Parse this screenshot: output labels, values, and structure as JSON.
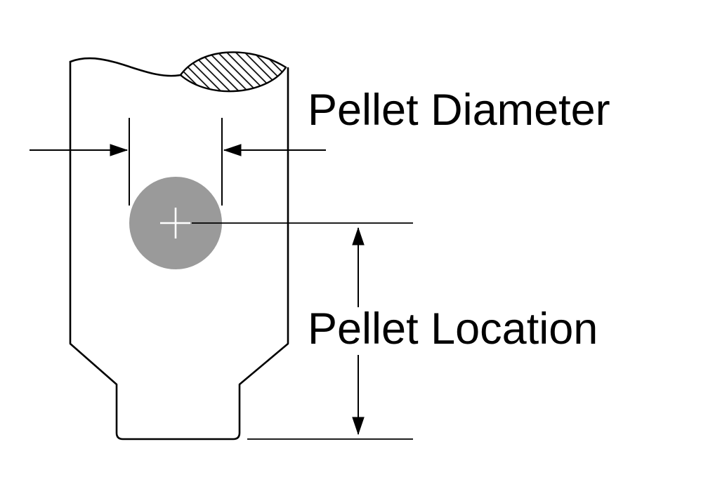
{
  "diagram": {
    "type": "technical-dimension-drawing",
    "labels": {
      "pellet_diameter": "Pellet Diameter",
      "pellet_location": "Pellet Location"
    },
    "colors": {
      "background": "#ffffff",
      "line": "#000000",
      "pellet_fill": "#9a9a9a",
      "center_cross": "#ffffff"
    },
    "parts": {
      "vessel": "cartridge-case-cross-section",
      "broken_section": "hatched-break-lens",
      "pellet": "pellet-circle",
      "dimension_diameter": "horizontal-arrows-to-pellet-edges",
      "dimension_location": "vertical-arrows-center-to-base"
    }
  }
}
